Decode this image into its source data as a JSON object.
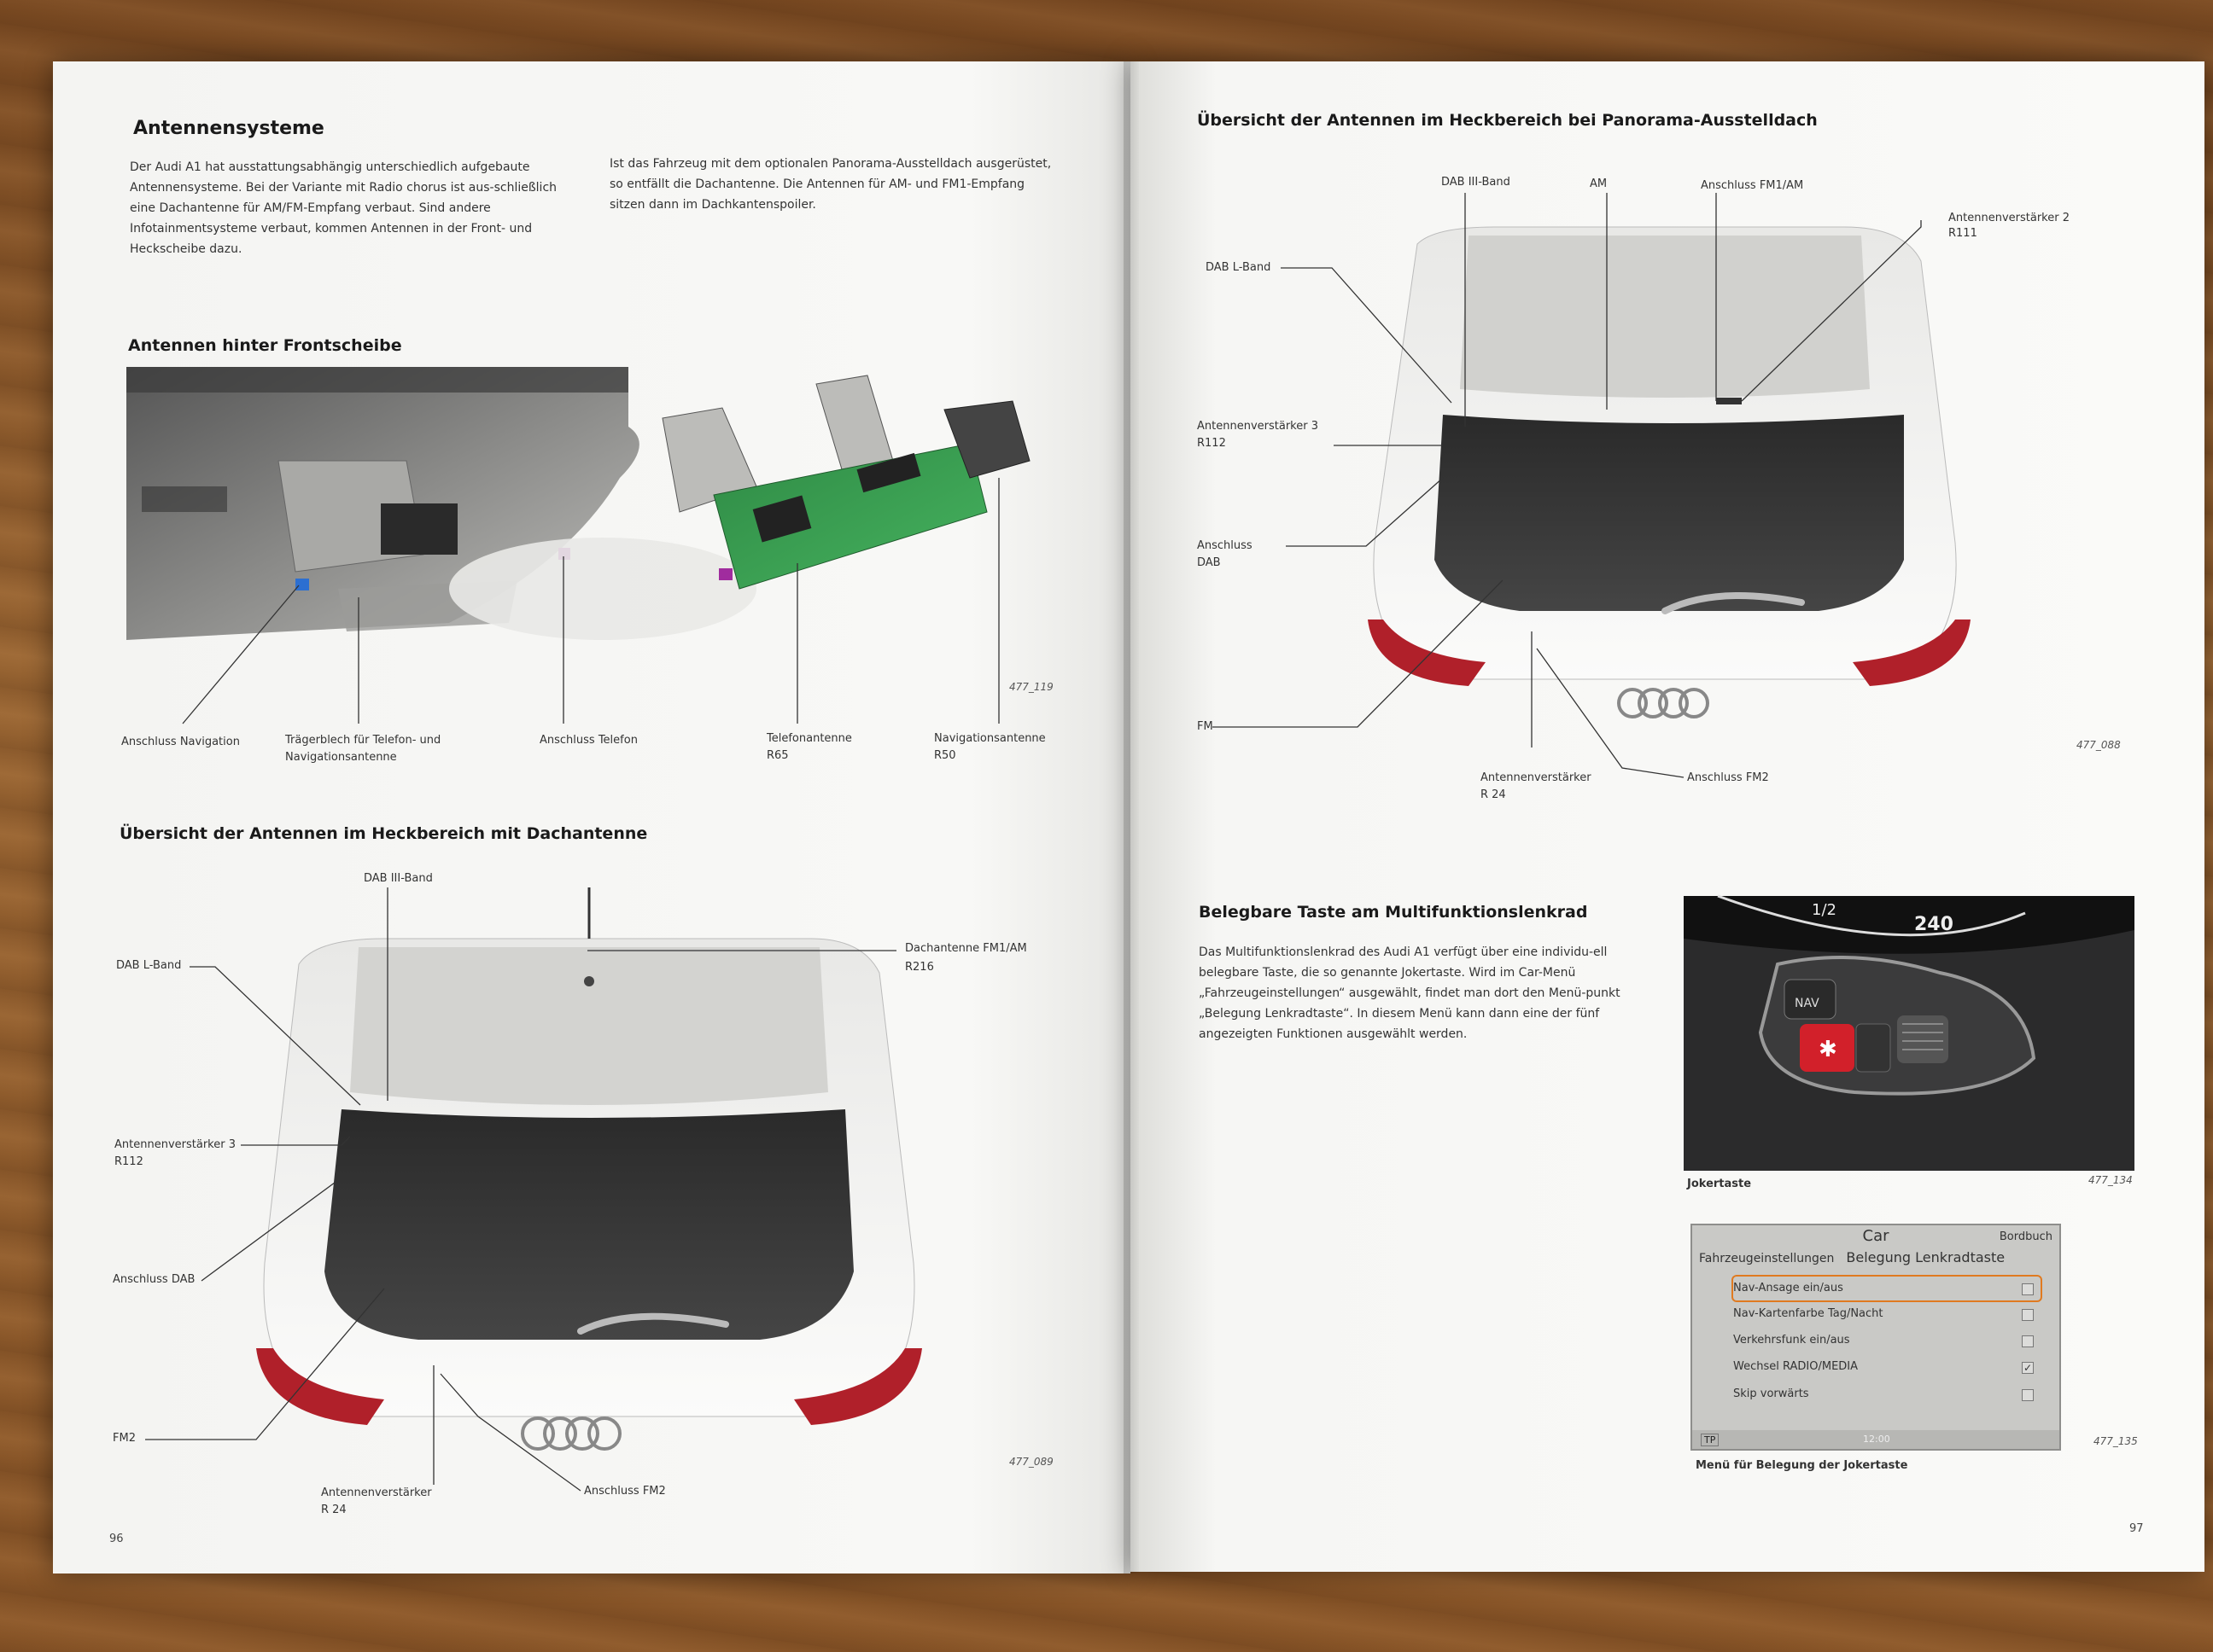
{
  "left_page": {
    "title": "Antennensysteme",
    "intro_left": "Der Audi A1 hat ausstattungsabhängig unterschiedlich aufgebaute Antennensysteme. Bei der Variante mit Radio chorus ist aus-schließlich eine Dachantenne für AM/FM-Empfang verbaut. Sind andere Infotainmentsysteme verbaut, kommen Antennen in der Front- und Heckscheibe dazu.",
    "intro_right": "Ist das Fahrzeug mit dem optionalen Panorama-Ausstelldach ausgerüstet, so entfällt die Dachantenne. Die Antennen für AM- und FM1-Empfang sitzen dann im Dachkantenspoiler.",
    "section1": {
      "heading": "Antennen hinter Frontscheibe",
      "labels": {
        "nav": "Anschluss Navigation",
        "traeger_1": "Trägerblech für Telefon- und",
        "traeger_2": "Navigationsantenne",
        "tel": "Anschluss Telefon",
        "telant_1": "Telefonantenne",
        "telant_2": "R65",
        "navant_1": "Navigationsantenne",
        "navant_2": "R50"
      },
      "figure_no": "477_119"
    },
    "section2": {
      "heading": "Übersicht der Antennen im Heckbereich mit Dachantenne",
      "labels": {
        "dab3": "DAB III-Band",
        "dabl": "DAB L-Band",
        "dach_1": "Dachantenne FM1/AM",
        "dach_2": "R216",
        "amp3_1": "Antennenverstärker 3",
        "amp3_2": "R112",
        "dab": "Anschluss DAB",
        "fm2": "FM2",
        "amp_1": "Antennenverstärker",
        "amp_2": "R 24",
        "afm2": "Anschluss FM2"
      },
      "figure_no": "477_089"
    },
    "page_number": "96"
  },
  "right_page": {
    "section1": {
      "heading": "Übersicht der Antennen im Heckbereich bei Panorama-Ausstelldach",
      "labels": {
        "dab3": "DAB III-Band",
        "am": "AM",
        "afm1": "Anschluss FM1/AM",
        "amp2_1": "Antennenverstärker 2",
        "amp2_2": "R111",
        "dabl": "DAB L-Band",
        "amp3_1": "Antennenverstärker 3",
        "amp3_2": "R112",
        "dab_1": "Anschluss",
        "dab_2": "DAB",
        "fm": "FM",
        "amp_1": "Antennenverstärker",
        "amp_2": "R 24",
        "afm2": "Anschluss FM2"
      },
      "figure_no": "477_088"
    },
    "section2": {
      "heading": "Belegbare Taste am Multifunktionslenkrad",
      "body": "Das Multifunktionslenkrad des Audi A1 verfügt über eine individu-ell belegbare Taste, die so genannte Jokertaste. Wird im Car-Menü „Fahrzeugeinstellungen“ ausgewählt, findet man dort den Menü-punkt „Belegung Lenkradtaste“. In diesem Menü kann dann eine der fünf angezeigten Funktionen ausgewählt werden.",
      "photo_caption": "Jokertaste",
      "photo_figure_no": "477_134",
      "gauge": {
        "half": "1/2",
        "speed": "240",
        "nav": "NAV"
      }
    },
    "menu": {
      "title": "Car",
      "bordbuch": "Bordbuch",
      "crumb": "Fahrzeugeinstellungen",
      "sub": "Belegung Lenkradtaste",
      "items": [
        {
          "label": "Nav-Ansage ein/aus",
          "checked": false,
          "selected": true
        },
        {
          "label": "Nav-Kartenfarbe Tag/Nacht",
          "checked": false,
          "selected": false
        },
        {
          "label": "Verkehrsfunk ein/aus",
          "checked": false,
          "selected": false
        },
        {
          "label": "Wechsel RADIO/MEDIA",
          "checked": true,
          "selected": false
        },
        {
          "label": "Skip vorwärts",
          "checked": false,
          "selected": false
        }
      ],
      "foot_left": "TP",
      "foot_time": "12:00",
      "caption": "Menü für Belegung der Jokertaste",
      "figure_no": "477_135"
    },
    "page_number": "97"
  },
  "colors": {
    "accent_orange": "#e07a20",
    "taillight_red": "#b0202a",
    "pcb_green": "#3aa655"
  }
}
